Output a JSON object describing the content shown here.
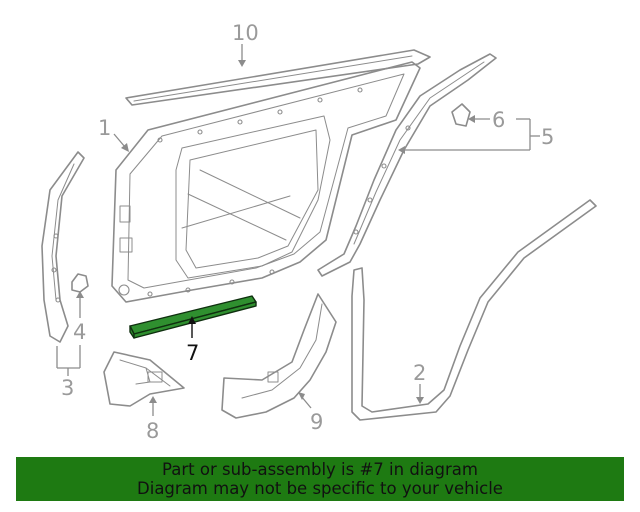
{
  "colors": {
    "banner_bg": "#1e7a12",
    "highlight_part": "#2f8f2f",
    "line_art": "#8c8c8c"
  },
  "callouts": {
    "c1": "1",
    "c2": "2",
    "c3": "3",
    "c4": "4",
    "c5": "5",
    "c6": "6",
    "c7": "7",
    "c8": "8",
    "c9": "9",
    "c10": "10"
  },
  "highlighted_callout": "7",
  "banner": {
    "line1": "Part or sub-assembly is #7 in diagram",
    "line2": "Diagram may not be specific to your vehicle"
  }
}
